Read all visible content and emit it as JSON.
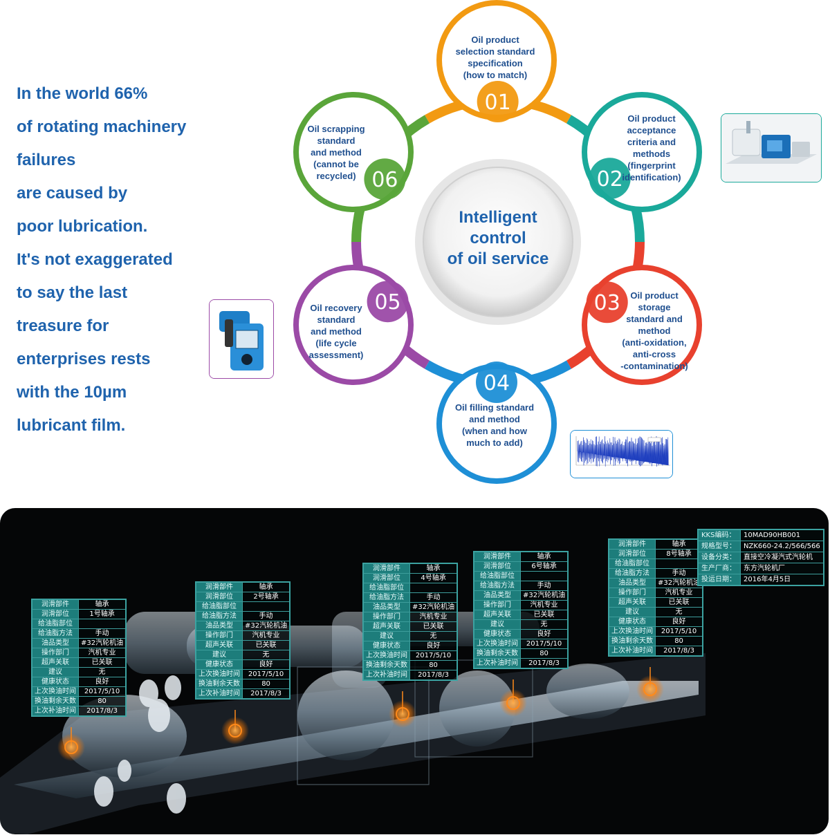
{
  "intro": {
    "lines": [
      "In the world 66%",
      "of rotating machinery",
      "failures",
      "are caused by",
      "poor lubrication.",
      "It's not exaggerated",
      "to say the last",
      "treasure for",
      "enterprises rests",
      "with the 10µm",
      "lubricant film."
    ]
  },
  "center": {
    "lines": [
      "Intelligent",
      "control",
      "of oil service"
    ]
  },
  "steps": [
    {
      "num": "01",
      "color": "#f29a12",
      "lines": [
        "Oil product",
        "selection standard",
        "specification",
        "(how to match)"
      ]
    },
    {
      "num": "02",
      "color": "#1aa99a",
      "lines": [
        "Oil product",
        "acceptance",
        "criteria and",
        "methods",
        "(fingerprint",
        "identification)"
      ]
    },
    {
      "num": "03",
      "color": "#e8412e",
      "lines": [
        "Oil product",
        "storage",
        "standard and",
        "method",
        "(anti-oxidation,",
        "anti-cross",
        "-contamination)"
      ]
    },
    {
      "num": "04",
      "color": "#1e8fd6",
      "lines": [
        "Oil filling standard",
        "and method",
        "(when and how",
        "much to add)"
      ]
    },
    {
      "num": "05",
      "color": "#9b4aa6",
      "lines": [
        "Oil recovery",
        "standard",
        "and method",
        "(life cycle",
        "assessment)"
      ]
    },
    {
      "num": "06",
      "color": "#5aa53a",
      "lines": [
        "Oil scrapping",
        "standard",
        "and method",
        "(cannot be",
        "recycled)"
      ]
    }
  ],
  "cards": [
    {
      "rows": [
        [
          "润滑部件",
          "轴承"
        ],
        [
          "润滑部位",
          "1号轴承"
        ],
        [
          "给油脂部位",
          ""
        ],
        [
          "给油脂方法",
          "手动"
        ],
        [
          "油品类型",
          "#32汽轮机油"
        ],
        [
          "操作部门",
          "汽机专业"
        ],
        [
          "超声关联",
          "已关联"
        ],
        [
          "建议",
          "无"
        ],
        [
          "健康状态",
          "良好"
        ],
        [
          "上次换油时间",
          "2017/5/10"
        ],
        [
          "换油剩余天数",
          "80"
        ],
        [
          "上次补油时间",
          "2017/8/3"
        ]
      ]
    },
    {
      "rows": [
        [
          "润滑部件",
          "轴承"
        ],
        [
          "润滑部位",
          "2号轴承"
        ],
        [
          "给油脂部位",
          ""
        ],
        [
          "给油脂方法",
          "手动"
        ],
        [
          "油品类型",
          "#32汽轮机油"
        ],
        [
          "操作部门",
          "汽机专业"
        ],
        [
          "超声关联",
          "已关联"
        ],
        [
          "建议",
          "无"
        ],
        [
          "健康状态",
          "良好"
        ],
        [
          "上次换油时间",
          "2017/5/10"
        ],
        [
          "换油剩余天数",
          "80"
        ],
        [
          "上次补油时间",
          "2017/8/3"
        ]
      ]
    },
    {
      "rows": [
        [
          "润滑部件",
          "轴承"
        ],
        [
          "润滑部位",
          "4号轴承"
        ],
        [
          "给油脂部位",
          ""
        ],
        [
          "给油脂方法",
          "手动"
        ],
        [
          "油品类型",
          "#32汽轮机油"
        ],
        [
          "操作部门",
          "汽机专业"
        ],
        [
          "超声关联",
          "已关联"
        ],
        [
          "建议",
          "无"
        ],
        [
          "健康状态",
          "良好"
        ],
        [
          "上次换油时间",
          "2017/5/10"
        ],
        [
          "换油剩余天数",
          "80"
        ],
        [
          "上次补油时间",
          "2017/8/3"
        ]
      ]
    },
    {
      "rows": [
        [
          "润滑部件",
          "轴承"
        ],
        [
          "润滑部位",
          "6号轴承"
        ],
        [
          "给油脂部位",
          ""
        ],
        [
          "给油脂方法",
          "手动"
        ],
        [
          "油品类型",
          "#32汽轮机油"
        ],
        [
          "操作部门",
          "汽机专业"
        ],
        [
          "超声关联",
          "已关联"
        ],
        [
          "建议",
          "无"
        ],
        [
          "健康状态",
          "良好"
        ],
        [
          "上次换油时间",
          "2017/5/10"
        ],
        [
          "换油剩余天数",
          "80"
        ],
        [
          "上次补油时间",
          "2017/8/3"
        ]
      ]
    },
    {
      "rows": [
        [
          "润滑部件",
          "轴承"
        ],
        [
          "润滑部位",
          "8号轴承"
        ],
        [
          "给油脂部位",
          ""
        ],
        [
          "给油脂方法",
          "手动"
        ],
        [
          "油品类型",
          "#32汽轮机油"
        ],
        [
          "操作部门",
          "汽机专业"
        ],
        [
          "超声关联",
          "已关联"
        ],
        [
          "建议",
          "无"
        ],
        [
          "健康状态",
          "良好"
        ],
        [
          "上次换油时间",
          "2017/5/10"
        ],
        [
          "换油剩余天数",
          "80"
        ],
        [
          "上次补油时间",
          "2017/8/3"
        ]
      ]
    }
  ],
  "kks": {
    "rows": [
      [
        "KKS编码：",
        "10MAD90HB001"
      ],
      [
        "规格型号：",
        "NZK660-24.2/566/566"
      ],
      [
        "设备分类：",
        "直接空冷凝汽式汽轮机"
      ],
      [
        "生产厂商：",
        "东方汽轮机厂"
      ],
      [
        "投运日期：",
        "2016年4月5日"
      ]
    ]
  }
}
